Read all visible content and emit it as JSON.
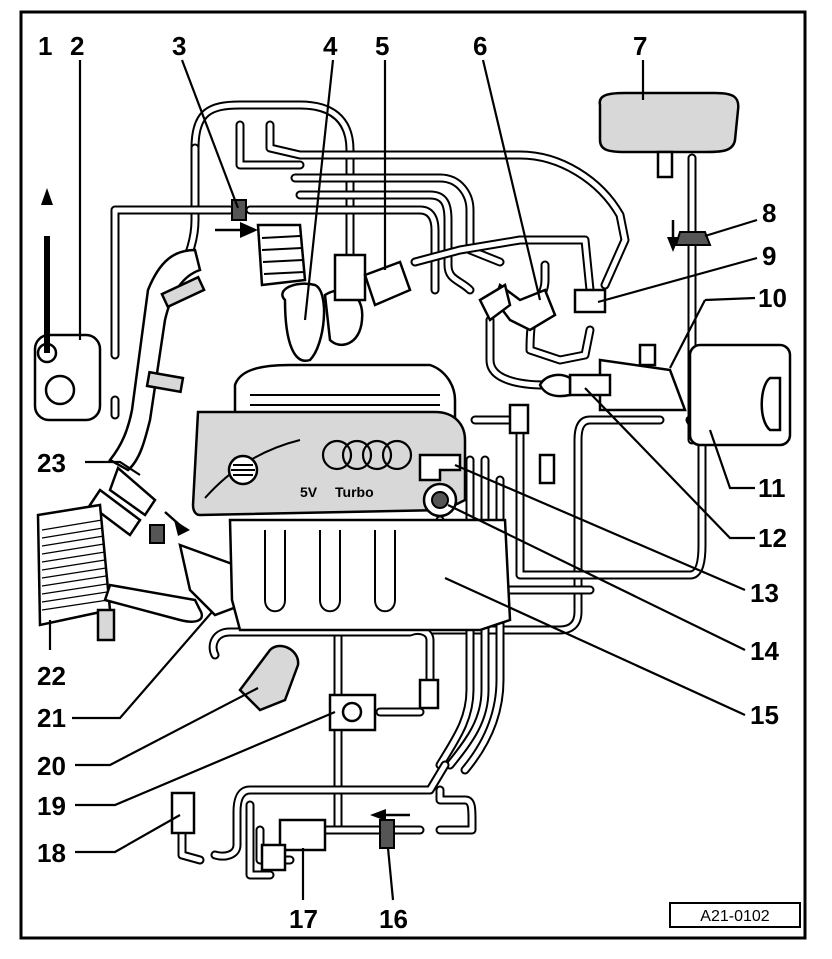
{
  "diagram": {
    "reference_code": "A21-0102",
    "engine_cover_text": {
      "left": "5V",
      "right": "Turbo"
    },
    "callouts": [
      {
        "id": "1",
        "label": "1"
      },
      {
        "id": "2",
        "label": "2"
      },
      {
        "id": "3",
        "label": "3"
      },
      {
        "id": "4",
        "label": "4"
      },
      {
        "id": "5",
        "label": "5"
      },
      {
        "id": "6",
        "label": "6"
      },
      {
        "id": "7",
        "label": "7"
      },
      {
        "id": "8",
        "label": "8"
      },
      {
        "id": "9",
        "label": "9"
      },
      {
        "id": "10",
        "label": "10"
      },
      {
        "id": "11",
        "label": "11"
      },
      {
        "id": "12",
        "label": "12"
      },
      {
        "id": "13",
        "label": "13"
      },
      {
        "id": "14",
        "label": "14"
      },
      {
        "id": "15",
        "label": "15"
      },
      {
        "id": "16",
        "label": "16"
      },
      {
        "id": "17",
        "label": "17"
      },
      {
        "id": "18",
        "label": "18"
      },
      {
        "id": "19",
        "label": "19"
      },
      {
        "id": "20",
        "label": "20"
      },
      {
        "id": "21",
        "label": "21"
      },
      {
        "id": "22",
        "label": "22"
      },
      {
        "id": "23",
        "label": "23"
      }
    ]
  }
}
